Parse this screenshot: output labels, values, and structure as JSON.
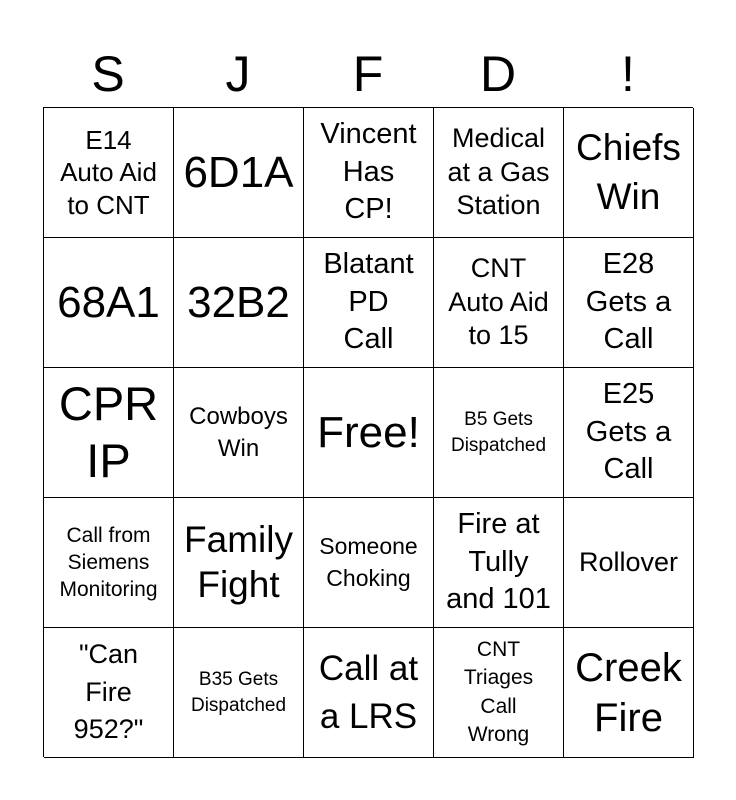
{
  "header": [
    "S",
    "J",
    "F",
    "D",
    "!"
  ],
  "cells": [
    "E14\nAuto Aid\nto CNT",
    "6D1A",
    "Vincent\nHas\nCP!",
    "Medical\nat a Gas\nStation",
    "Chiefs\nWin",
    "68A1",
    "32B2",
    "Blatant\nPD\nCall",
    "CNT\nAuto Aid\nto 15",
    "E28\nGets a\nCall",
    "CPR\nIP",
    "Cowboys\nWin",
    "Free!",
    "B5 Gets\nDispatched",
    "E25\nGets a\nCall",
    "Call from\nSiemens\nMonitoring",
    "Family\nFight",
    "Someone\nChoking",
    "Fire at\nTully\nand 101",
    "Rollover",
    "\"Can\nFire\n952?\"",
    "B35 Gets\nDispatched",
    "Call at\na LRS",
    "CNT\nTriages\nCall\nWrong",
    "Creek\nFire"
  ]
}
